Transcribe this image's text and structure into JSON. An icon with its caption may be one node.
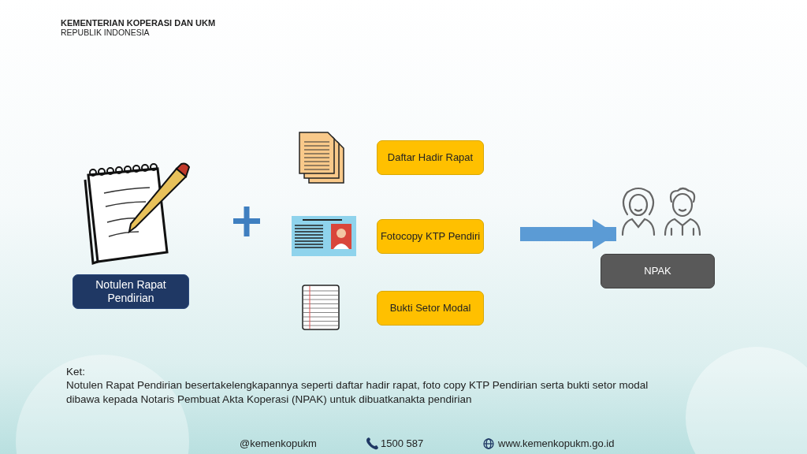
{
  "diagram": {
    "nodes": [
      {
        "text": [
          "Notulen Rapat Pendirian"
        ]
      },
      {
        "text": [
          "Daftar Hadir Rapat"
        ]
      },
      {
        "text": [
          "Fotocopy KTP Pendiri"
        ]
      },
      {
        "text": [
          "Bukti Setor Modal"
        ]
      },
      {
        "text": [],
        "shape": "picture"
      },
      {
        "text": [
          "NPAK"
        ]
      }
    ],
    "edges": [
      {
        "from": null,
        "to": 4,
        "arrow": "to"
      }
    ],
    "labels": [
      "KEMENTERIAN KOPERASI DAN UKM",
      "REPUBLIK INDONESIA",
      "Ket:",
      "Notulen Rapat Pendirian besertakelengkapannya seperti daftar hadir rapat, foto copy KTP Pendirian serta bukti setor modal dibawa kepada Notaris Pembuat Akta Koperasi (NPAK) untuk dibuatkanakta pendirian",
      "@kemenkopukm",
      "1500 587",
      "www.kemenkopukm.go.id"
    ]
  }
}
